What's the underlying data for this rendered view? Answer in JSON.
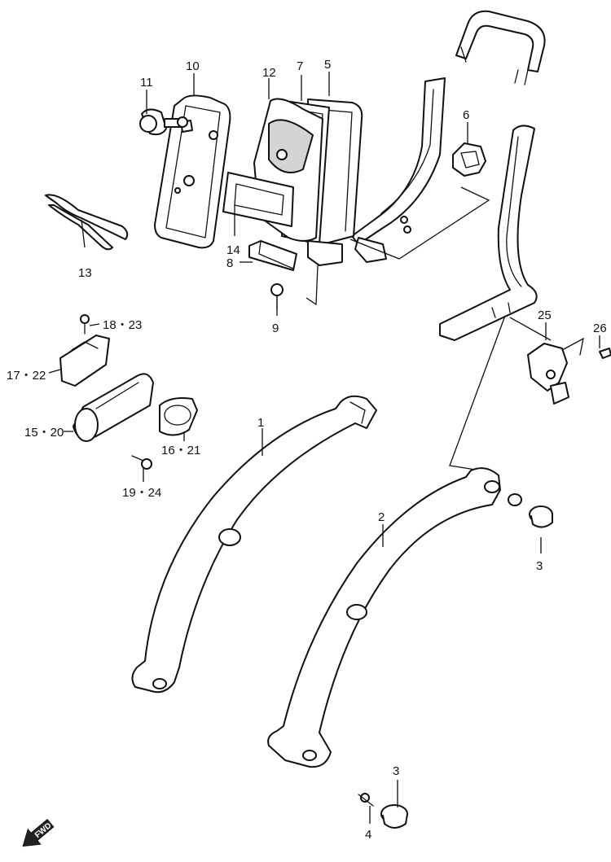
{
  "callouts": {
    "c1": "1",
    "c2": "2",
    "c3a": "3",
    "c3b": "3",
    "c4": "4",
    "c5": "5",
    "c6": "6",
    "c7": "7",
    "c8": "8",
    "c9": "9",
    "c10": "10",
    "c11": "11",
    "c12": "12",
    "c13": "13",
    "c14": "14",
    "c15_20": "15・20",
    "c16_21": "16・21",
    "c17_22": "17・22",
    "c18_23": "18・23",
    "c19_24": "19・24",
    "c25": "25",
    "c26": "26"
  },
  "fwd": {
    "label": "FWD"
  }
}
